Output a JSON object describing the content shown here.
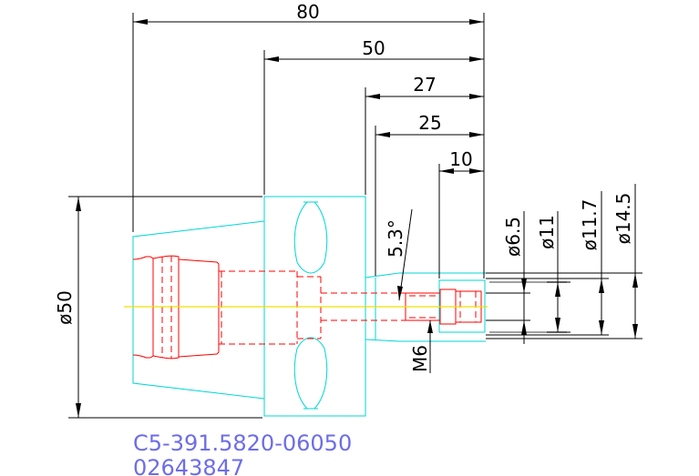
{
  "drawing": {
    "dimensions": {
      "d80": "80",
      "d50": "50",
      "d27": "27",
      "d25": "25",
      "d10": "10",
      "dia50": "ø50",
      "angle": "5.3°",
      "dia6_5": "ø6.5",
      "dia11": "ø11",
      "dia11_7": "ø11.7",
      "dia14_5": "ø14.5",
      "thread": "M6"
    },
    "part_code": "C5-391.5820-06050",
    "part_number": "02643847",
    "colors": {
      "dimension": "#000000",
      "outline": "#00d6d6",
      "hidden": "#ff0000",
      "centerline": "#f0e000",
      "code_text": "#6d6de8"
    }
  }
}
